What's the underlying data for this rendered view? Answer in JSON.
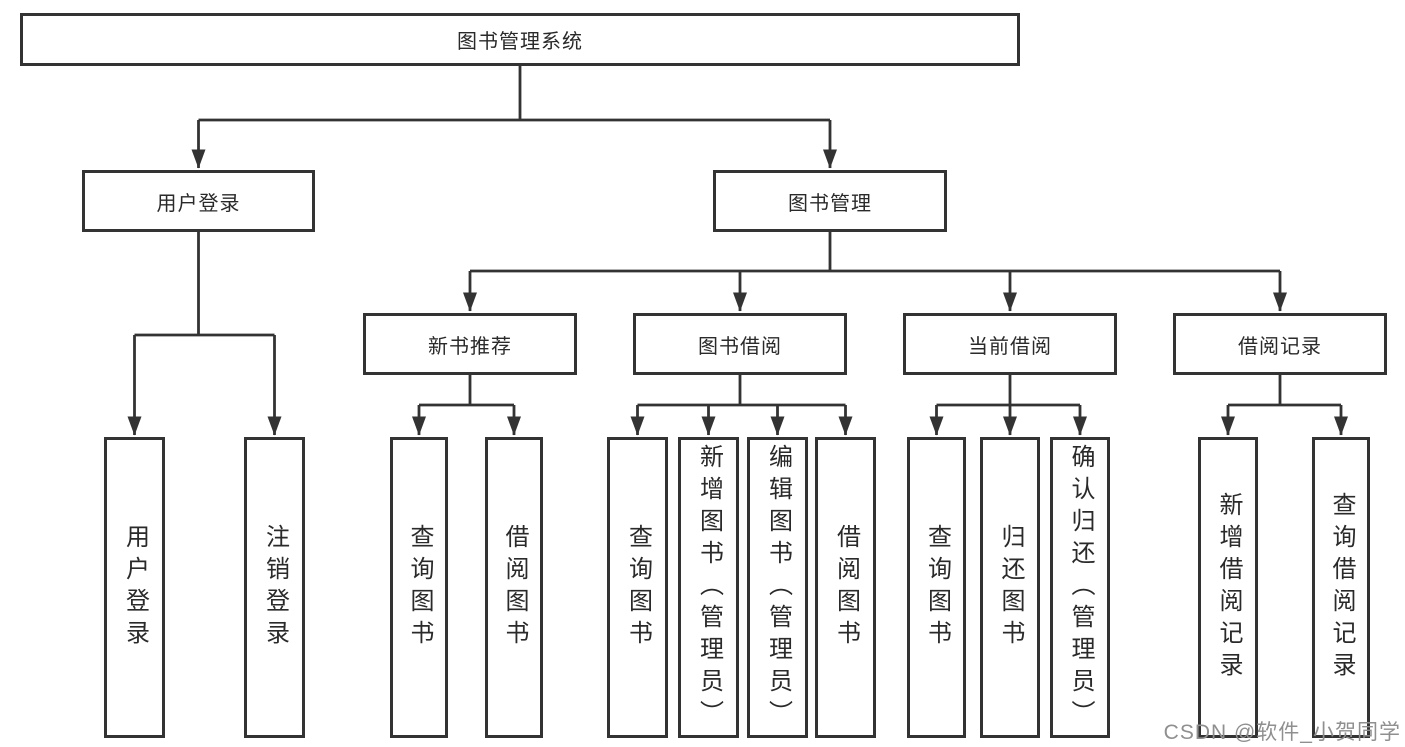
{
  "colors": {
    "line": "#333333",
    "box_border": "#333333",
    "box_background": "#ffffff",
    "text": "#2a2a2a",
    "watermark": "#8f8f8f",
    "page_background": "#ffffff"
  },
  "watermark": {
    "text": "CSDN @软件_小贺同学"
  },
  "tree": {
    "root": {
      "label": "图书管理系统",
      "children": [
        {
          "label": "用户登录",
          "children": [
            {
              "label": "用户登录"
            },
            {
              "label": "注销登录"
            }
          ]
        },
        {
          "label": "图书管理",
          "children": [
            {
              "label": "新书推荐",
              "children": [
                {
                  "label": "查询图书"
                },
                {
                  "label": "借阅图书"
                }
              ]
            },
            {
              "label": "图书借阅",
              "children": [
                {
                  "label": "查询图书"
                },
                {
                  "label": "新增图书（管理员）"
                },
                {
                  "label": "编辑图书（管理员）"
                },
                {
                  "label": "借阅图书"
                }
              ]
            },
            {
              "label": "当前借阅",
              "children": [
                {
                  "label": "查询图书"
                },
                {
                  "label": "归还图书"
                },
                {
                  "label": "确认归还（管理员）"
                }
              ]
            },
            {
              "label": "借阅记录",
              "children": [
                {
                  "label": "新增借阅记录"
                },
                {
                  "label": "查询借阅记录"
                }
              ]
            }
          ]
        }
      ]
    }
  }
}
